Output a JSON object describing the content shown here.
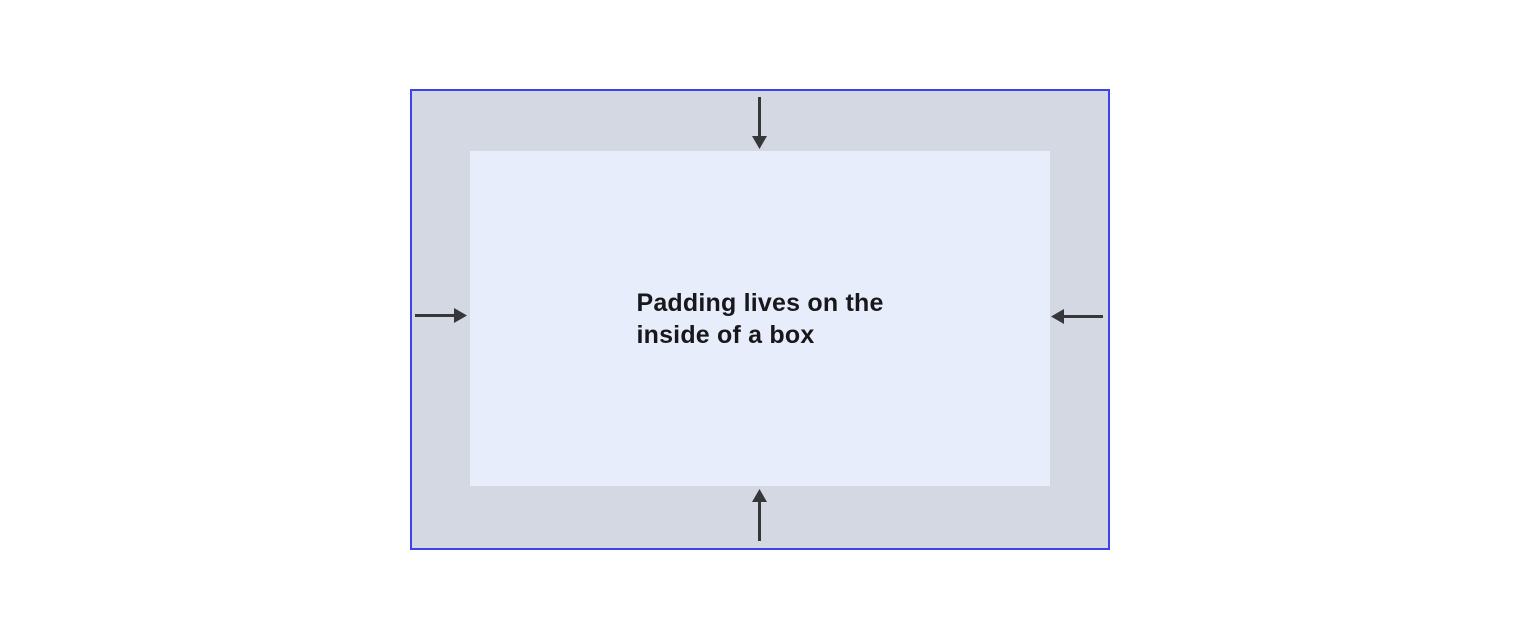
{
  "diagram": {
    "label": "Padding lives on the\ninside of a box",
    "colors": {
      "background": "#ffffff",
      "border": "#3a43ee",
      "padding_area": "#d3d8e2",
      "content_area": "#e8edfb",
      "arrow": "#36373b",
      "text": "#18181b"
    },
    "arrows": [
      {
        "icon": "arrow-down-icon",
        "side": "top",
        "direction": "inward"
      },
      {
        "icon": "arrow-up-icon",
        "side": "bottom",
        "direction": "inward"
      },
      {
        "icon": "arrow-right-icon",
        "side": "left",
        "direction": "inward"
      },
      {
        "icon": "arrow-left-icon",
        "side": "right",
        "direction": "inward"
      }
    ]
  }
}
